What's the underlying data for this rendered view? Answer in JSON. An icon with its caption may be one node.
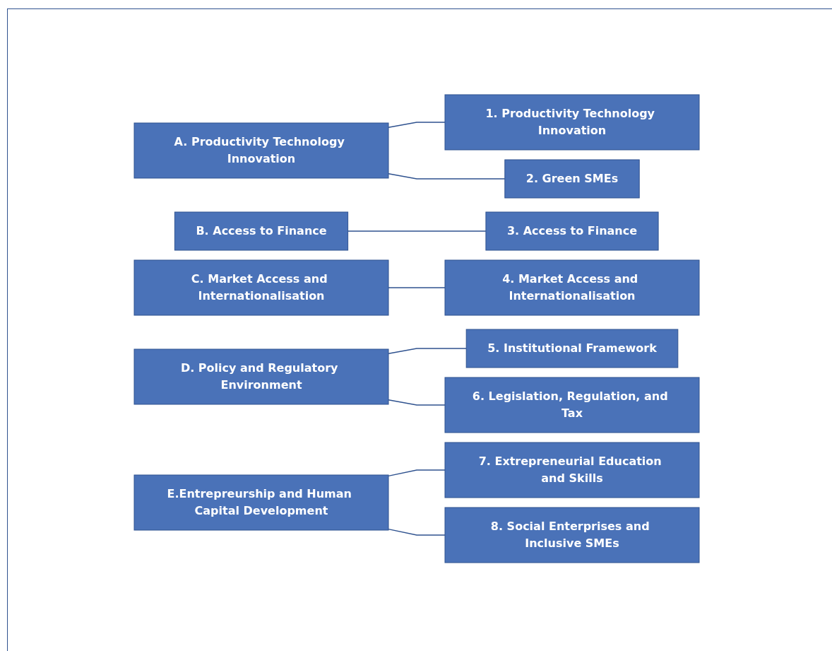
{
  "diagram": {
    "nodes": [
      {
        "text": [
          "A. Productivity Technology Innovation"
        ]
      },
      {
        "text": [
          "1. Productivity Technology Innovation"
        ]
      },
      {
        "text": [
          "2. Green SMEs"
        ]
      },
      {
        "text": [
          "B. Access to Finance"
        ]
      },
      {
        "text": [
          "3. Access to Finance"
        ]
      },
      {
        "text": [
          "C. Market Access and Internationalisation"
        ]
      },
      {
        "text": [
          "4. Market Access and Internationalisation"
        ]
      },
      {
        "text": [
          "D. Policy and Regulatory Environment"
        ]
      },
      {
        "text": [
          "5. Institutional Framework"
        ]
      },
      {
        "text": [
          "6. Legislation, Regulation, and Tax"
        ]
      },
      {
        "text": [
          "E.Entrepreurship and Human Capital Development"
        ]
      },
      {
        "text": [
          "7. Extrepreneurial Education and Skills"
        ]
      },
      {
        "text": [
          "8. Social Enterprises and Inclusive SMEs"
        ]
      }
    ],
    "edges": [
      {
        "from": 0,
        "to": 1,
        "arrow": "none"
      },
      {
        "from": 0,
        "to": 2,
        "arrow": "none"
      },
      {
        "from": 3,
        "to": 4,
        "arrow": "none"
      },
      {
        "from": 5,
        "to": 6,
        "arrow": "none"
      },
      {
        "from": 7,
        "to": 8,
        "arrow": "none"
      },
      {
        "from": 7,
        "to": 9,
        "arrow": "none"
      },
      {
        "from": 10,
        "to": 11,
        "arrow": "none"
      },
      {
        "from": 10,
        "to": 12,
        "arrow": "none"
      }
    ]
  }
}
